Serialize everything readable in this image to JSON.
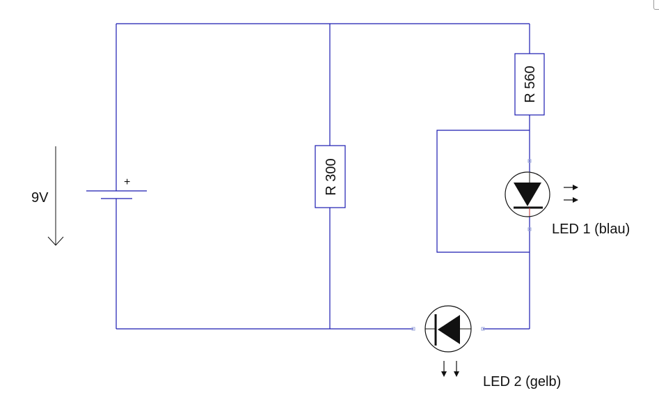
{
  "colors": {
    "wire": "#1a1ab0",
    "ink": "#111111",
    "pin": "#9aa6d8"
  },
  "source": {
    "voltage_label": "9V",
    "plus_sign": "+"
  },
  "resistors": {
    "r1_label": "R 300",
    "r2_label": "R 560"
  },
  "leds": {
    "led1_label": "LED 1 (blau)",
    "led2_label": "LED 2 (gelb)"
  }
}
